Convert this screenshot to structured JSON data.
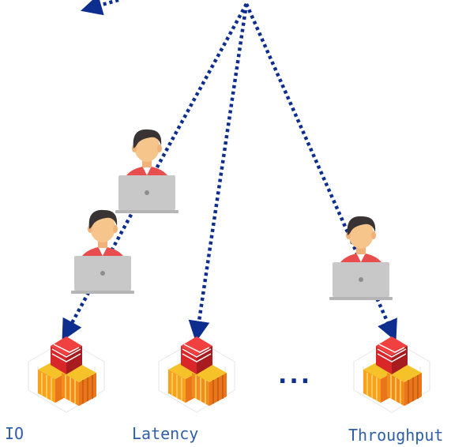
{
  "labels": {
    "io": "IO",
    "latency": "Latency",
    "throughput": "Throughput",
    "ellipsis": "..."
  },
  "colors": {
    "arrow": "#0d2e8f",
    "label_text": "#2f5fa7",
    "skin": "#f6c58c",
    "hair": "#3a3333",
    "shirt": "#e94e4e",
    "laptop": "#c8c8c8",
    "laptop_base": "#b5b5b5",
    "cube_red": "#d92629",
    "cube_orange": "#f28c1a",
    "cube_yellow": "#f6c22a"
  },
  "icons": {
    "user": "user-with-laptop-icon",
    "database": "database-cube-stack-icon"
  },
  "nodes": [
    {
      "name": "io",
      "label_key": "io"
    },
    {
      "name": "latency",
      "label_key": "latency"
    },
    {
      "name": "throughput",
      "label_key": "throughput"
    }
  ]
}
